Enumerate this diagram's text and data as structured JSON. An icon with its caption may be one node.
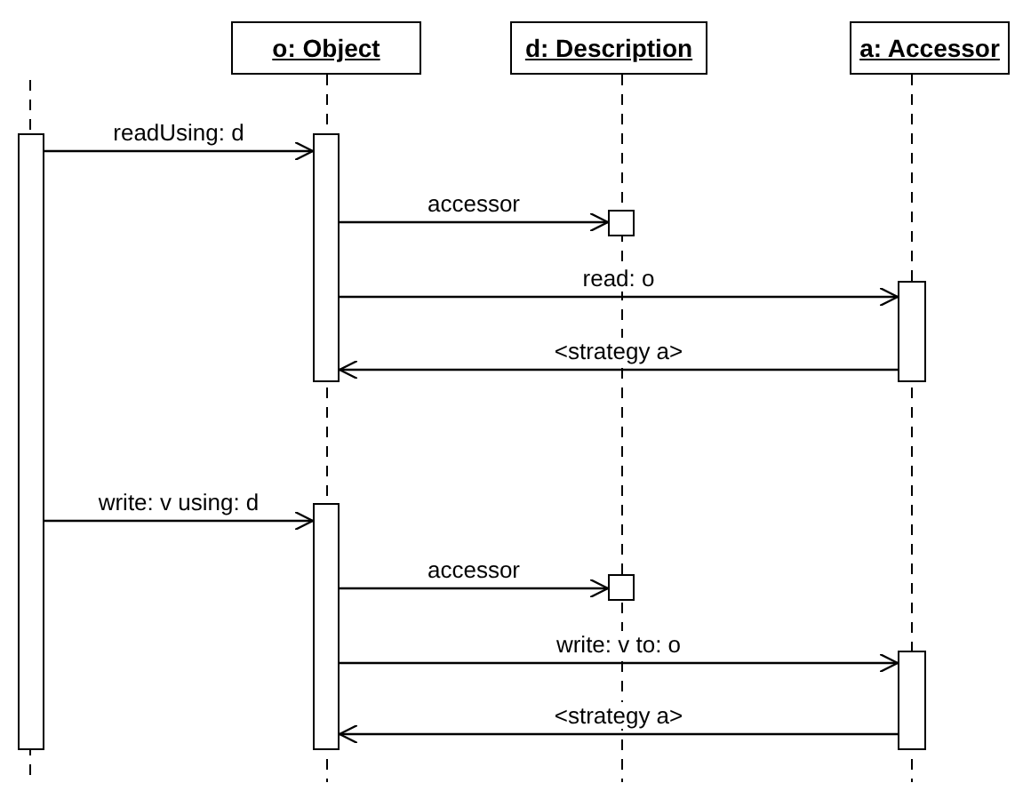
{
  "diagram": {
    "nodes": [
      {
        "text": [
          "o: Object"
        ]
      },
      {
        "text": [
          "d: Description"
        ]
      },
      {
        "text": [
          "a: Accessor"
        ]
      },
      {
        "text": [],
        "shape": "bar"
      },
      {
        "text": [],
        "shape": "bar"
      },
      {
        "text": [],
        "shape": "box"
      },
      {
        "text": [],
        "shape": "bar"
      },
      {
        "text": [],
        "shape": "bar"
      },
      {
        "text": [],
        "shape": "box"
      },
      {
        "text": [],
        "shape": "bar"
      }
    ],
    "edges": [
      {
        "from": 3,
        "to": 4,
        "arrow": "to",
        "label": "readUsing: d"
      },
      {
        "from": 4,
        "to": 5,
        "arrow": "to",
        "label": "accessor"
      },
      {
        "from": 4,
        "to": 6,
        "arrow": "to",
        "label": "read: o"
      },
      {
        "from": 6,
        "to": 4,
        "arrow": "to",
        "label": "<strategy a>"
      },
      {
        "from": 3,
        "to": 7,
        "arrow": "to",
        "label": "write: v using: d"
      },
      {
        "from": 7,
        "to": 8,
        "arrow": "to",
        "label": "accessor"
      },
      {
        "from": 7,
        "to": 9,
        "arrow": "to",
        "label": "write: v to: o"
      },
      {
        "from": 9,
        "to": 7,
        "arrow": "to",
        "label": "<strategy a>"
      }
    ]
  }
}
